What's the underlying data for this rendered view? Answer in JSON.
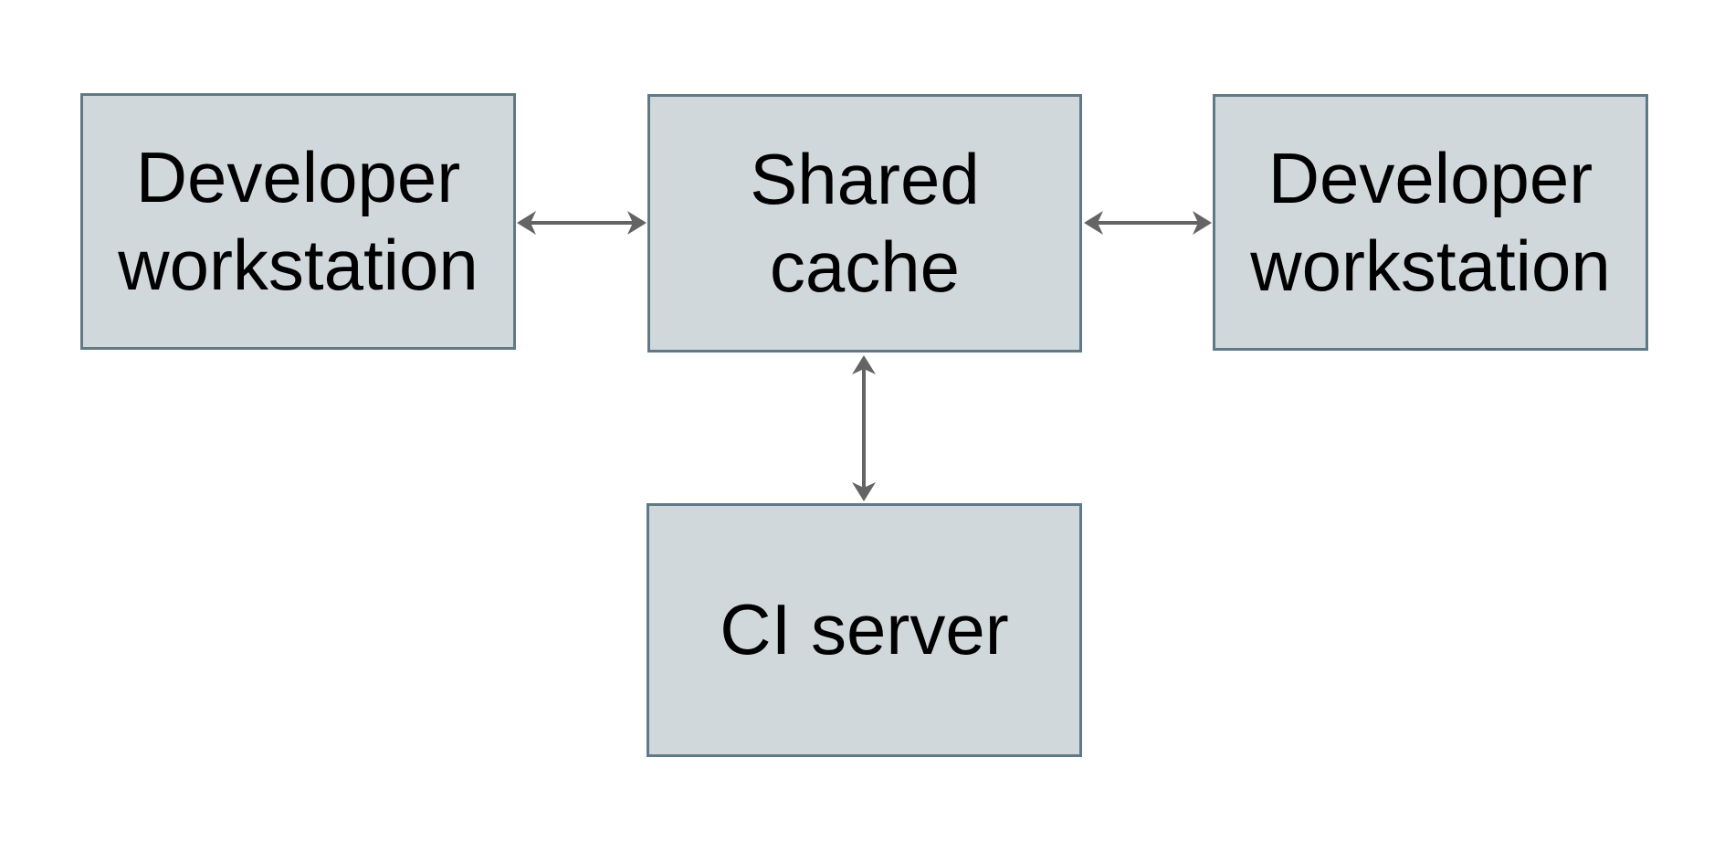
{
  "diagram": {
    "nodes": [
      {
        "id": "developer-workstation-left",
        "lines": [
          "Developer",
          "workstation"
        ]
      },
      {
        "id": "shared-cache",
        "lines": [
          "Shared",
          "cache"
        ]
      },
      {
        "id": "developer-workstation-right",
        "lines": [
          "Developer",
          "workstation"
        ]
      },
      {
        "id": "ci-server",
        "lines": [
          "CI server"
        ]
      }
    ],
    "edges": [
      {
        "from": "developer-workstation-left",
        "to": "shared-cache",
        "type": "bidirectional-arrow"
      },
      {
        "from": "shared-cache",
        "to": "developer-workstation-right",
        "type": "bidirectional-arrow"
      },
      {
        "from": "shared-cache",
        "to": "ci-server",
        "type": "bidirectional-arrow"
      }
    ],
    "colors": {
      "background": "#ffffff",
      "node_fill": "#d1d8dc",
      "node_border": "#607986",
      "arrow": "#646464",
      "text": "#000000"
    }
  }
}
